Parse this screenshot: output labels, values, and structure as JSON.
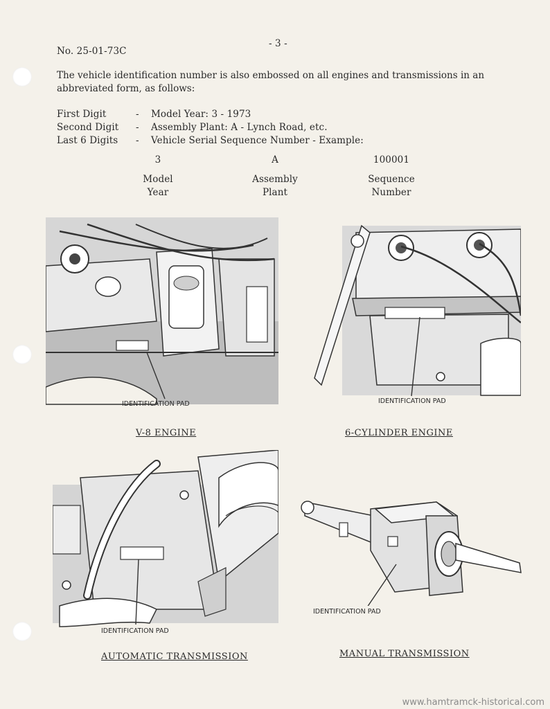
{
  "header": {
    "doc_number": "No. 25-01-73C",
    "page_number": "- 3 -"
  },
  "intro": "The vehicle identification number is also embossed on all engines and transmissions in an abbreviated form, as follows:",
  "digits": [
    {
      "name": "First Digit",
      "dash": "-",
      "desc": "Model Year:  3 - 1973"
    },
    {
      "name": "Second Digit",
      "dash": "-",
      "desc": "Assembly Plant:  A - Lynch Road, etc."
    },
    {
      "name": "Last 6 Digits",
      "dash": "-",
      "desc": "Vehicle Serial Sequence Number - Example:"
    }
  ],
  "example": [
    {
      "value": "3",
      "label_line1": "Model",
      "label_line2": "Year"
    },
    {
      "value": "A",
      "label_line1": "Assembly",
      "label_line2": "Plant"
    },
    {
      "value": "100001",
      "label_line1": "Sequence",
      "label_line2": "Number"
    }
  ],
  "figures": [
    {
      "caption": "V-8 ENGINE",
      "callout": "IDENTIFICATION PAD"
    },
    {
      "caption": "6-CYLINDER ENGINE",
      "callout": "IDENTIFICATION PAD"
    },
    {
      "caption": "AUTOMATIC TRANSMISSION",
      "callout": "IDENTIFICATION PAD"
    },
    {
      "caption": "MANUAL TRANSMISSION",
      "callout": "IDENTIFICATION PAD"
    }
  ],
  "watermark": "www.hamtramck-historical.com",
  "colors": {
    "paper": "#f4f1ea",
    "ink": "#2a2a2a",
    "shade": "#bdbdbd"
  }
}
